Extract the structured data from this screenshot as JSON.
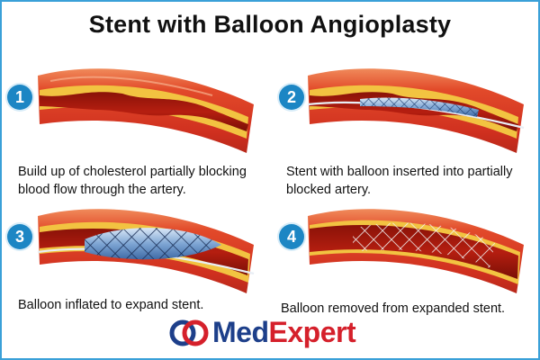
{
  "title": "Stent with Balloon Angioplasty",
  "steps": [
    {
      "number": "1",
      "caption_lines": [
        "Build up of cholesterol partially blocking",
        "blood flow through the artery."
      ]
    },
    {
      "number": "2",
      "caption_lines": [
        "Stent with balloon inserted into partially",
        "blocked artery."
      ]
    },
    {
      "number": "3",
      "caption_lines": [
        "Balloon inflated to expand stent."
      ]
    },
    {
      "number": "4",
      "caption_lines": [
        "Balloon removed from expanded stent."
      ]
    }
  ],
  "logo": {
    "part1": "Med",
    "part2": "Expert"
  },
  "colors": {
    "accent_blue": "#1c86c4",
    "artery_red": "#d62a1e",
    "plaque_yellow": "#f2c341",
    "logo_blue": "#1d3f8a",
    "logo_red": "#d5202b"
  }
}
